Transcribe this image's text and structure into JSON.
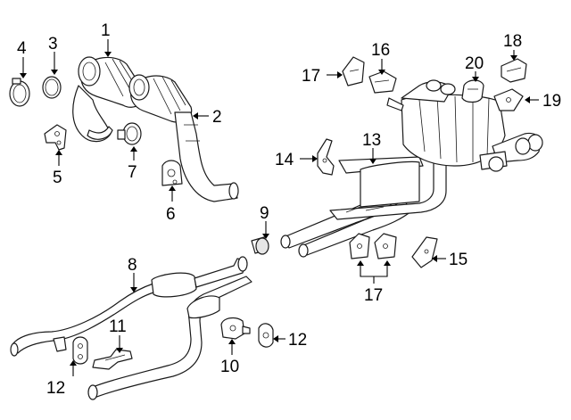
{
  "title": "Exhaust system parts diagram",
  "callouts": {
    "c1": "1",
    "c2": "2",
    "c3": "3",
    "c4": "4",
    "c5": "5",
    "c6": "6",
    "c7": "7",
    "c8": "8",
    "c9": "9",
    "c10": "10",
    "c11": "11",
    "c12a": "12",
    "c12b": "12",
    "c13": "13",
    "c14": "14",
    "c15": "15",
    "c16": "16",
    "c17a": "17",
    "c17b": "17",
    "c18": "18",
    "c19": "19",
    "c20": "20"
  },
  "colors": {
    "ink": "#1a1a1a",
    "paper": "#ffffff",
    "shade": "#e6e6e6"
  }
}
